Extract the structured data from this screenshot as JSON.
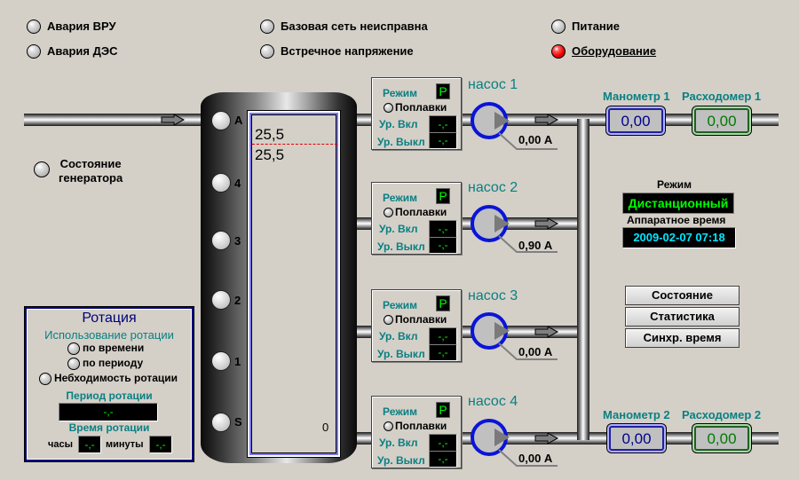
{
  "alarms": [
    {
      "label": "Авария ВРУ",
      "state": "off"
    },
    {
      "label": "Авария ДЭС",
      "state": "off"
    },
    {
      "label": "Базовая сеть неисправна",
      "state": "off"
    },
    {
      "label": "Встречное напряжение",
      "state": "off"
    },
    {
      "label": "Питание",
      "state": "off"
    },
    {
      "label": "Оборудование",
      "state": "on",
      "color": "#ee0000"
    }
  ],
  "generator": {
    "label_line1": "Состояние",
    "label_line2": "генератора"
  },
  "tank": {
    "level_labels": [
      "A",
      "4",
      "3",
      "2",
      "1",
      "S"
    ],
    "setpoint_value": "25,5",
    "current_value": "25,5",
    "bottom_value": "0"
  },
  "pumps": [
    {
      "name": "насос 1",
      "mode_label": "Режим",
      "mode": "Р",
      "float_label": "Поплавки",
      "on_label": "Ур. Вкл",
      "off_label": "Ур. Выкл",
      "on_value": "-,-",
      "off_value": "-,-",
      "current": "0,00 А"
    },
    {
      "name": "насос 2",
      "mode_label": "Режим",
      "mode": "Р",
      "float_label": "Поплавки",
      "on_label": "Ур. Вкл",
      "off_label": "Ур. Выкл",
      "on_value": "-,-",
      "off_value": "-,-",
      "current": "0,90 А"
    },
    {
      "name": "насос 3",
      "mode_label": "Режим",
      "mode": "Р",
      "float_label": "Поплавки",
      "on_label": "Ур. Вкл",
      "off_label": "Ур. Выкл",
      "on_value": "-,-",
      "off_value": "-,-",
      "current": "0,00 А"
    },
    {
      "name": "насос 4",
      "mode_label": "Режим",
      "mode": "Р",
      "float_label": "Поплавки",
      "on_label": "Ур. Вкл",
      "off_label": "Ур. Выкл",
      "on_value": "-,-",
      "off_value": "-,-",
      "current": "0,00 А"
    }
  ],
  "meters": {
    "manometer1": {
      "label": "Манометр 1",
      "value": "0,00"
    },
    "flowmeter1": {
      "label": "Расходомер 1",
      "value": "0,00"
    },
    "manometer2": {
      "label": "Манометр 2",
      "value": "0,00"
    },
    "flowmeter2": {
      "label": "Расходомер 2",
      "value": "0,00"
    }
  },
  "status": {
    "mode_label": "Режим",
    "mode_value": "Дистанционный",
    "time_label": "Аппаратное время",
    "time_value": "2009-02-07 07:18"
  },
  "buttons": {
    "state": "Состояние",
    "stats": "Статистика",
    "sync_time": "Синхр. время"
  },
  "colors": {
    "accent_teal": "#0a7f82",
    "pump_ring": "#0a14d8",
    "lcd_green": "#00ff00",
    "lcd_cyan": "#00e5ff",
    "alarm_red": "#ee0000"
  },
  "rotation": {
    "title": "Ротация",
    "usage_label": "Использование ротации",
    "by_time": "по времени",
    "by_period": "по периоду",
    "need_rotation": "Небходимость ротации",
    "period_label": "Период ротации",
    "period_value": "-,-",
    "time_label": "Время ротации",
    "hours_label": "часы",
    "hours_value": "-,-",
    "minutes_label": "минуты",
    "minutes_value": "-,-"
  }
}
